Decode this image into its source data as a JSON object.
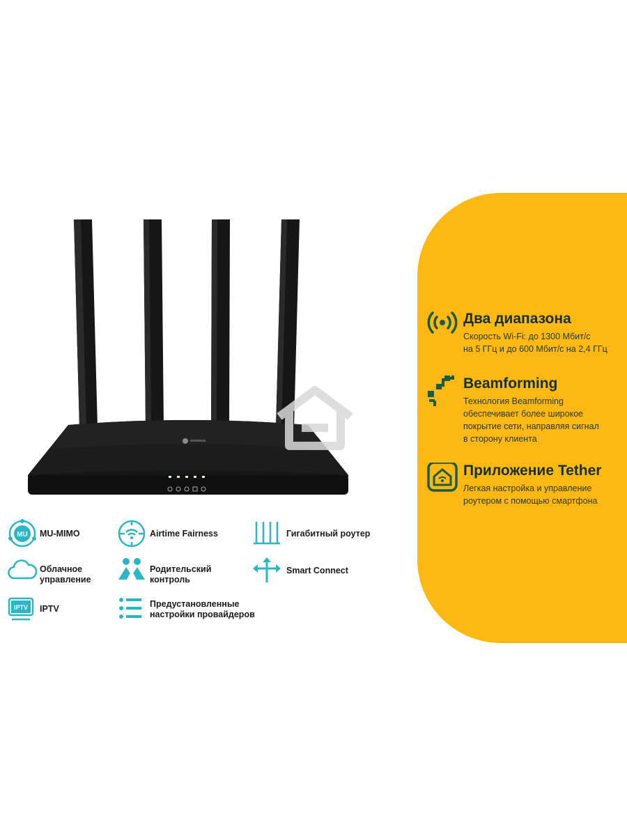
{
  "colors": {
    "panel": "#fdb813",
    "icon_teal": "#2bb6c4",
    "icon_green": "#1d5b3f",
    "router": "#141414"
  },
  "features": [
    {
      "icon": "wifi-radio-icon",
      "title": "Два диапазона",
      "desc_lines": [
        "Скорость Wi-Fi: до 1300 Мбит/с",
        "на 5 ГГц и до 600 Мбит/с на 2,4 ГГц"
      ]
    },
    {
      "icon": "beamforming-icon",
      "title": "Beamforming",
      "desc_lines": [
        "Технология Beamforming",
        "обеспечивает более широкое",
        "покрытие сети, направляя сигнал",
        "в сторону клиента"
      ]
    },
    {
      "icon": "home-app-icon",
      "title": "Приложение Tether",
      "desc_lines": [
        "Легкая настройка и управление",
        "роутером с помощью смартфона"
      ]
    }
  ],
  "small_features": [
    {
      "icon": "mu-mimo-icon",
      "icon_text": "MU",
      "lines": [
        "MU-MIMO"
      ]
    },
    {
      "icon": "airtime-icon",
      "lines": [
        "Airtime Fairness"
      ]
    },
    {
      "icon": "antennas-icon",
      "lines": [
        "Гигабитный роутер"
      ]
    },
    {
      "icon": "cloud-icon",
      "lines": [
        "Облачное",
        "управление"
      ]
    },
    {
      "icon": "parental-icon",
      "lines": [
        "Родительский",
        "контроль"
      ]
    },
    {
      "icon": "arrows-icon",
      "lines": [
        "Smart Connect"
      ]
    },
    {
      "icon": "iptv-icon",
      "icon_text": "IPTV",
      "lines": [
        "IPTV"
      ]
    },
    {
      "icon": "list-icon",
      "lines": [
        "Предустановленные",
        "настройки провайдеров"
      ]
    }
  ]
}
